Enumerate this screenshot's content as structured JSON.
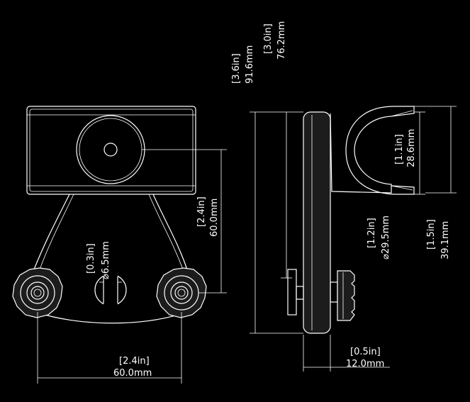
{
  "dimensions": {
    "overall_height": {
      "imperial": "[3.6in]",
      "metric": "91.6mm"
    },
    "clamp_height": {
      "imperial": "[3.0in]",
      "metric": "76.2mm"
    },
    "clamp_opening": {
      "imperial": "[1.1in]",
      "metric": "28.6mm"
    },
    "clamp_depth": {
      "imperial": "[1.5in]",
      "metric": "39.1mm"
    },
    "knob_diameter": {
      "imperial": "[1.2in]",
      "metric": "⌀29.5mm"
    },
    "thickness": {
      "imperial": "[0.5in]",
      "metric": "12.0mm"
    },
    "bolt_spacing_vertical": {
      "imperial": "[2.4in]",
      "metric": "60.0mm"
    },
    "hole_diameter": {
      "imperial": "[0.3in]",
      "metric": "⌀6.5mm"
    },
    "bolt_spacing_horizontal": {
      "imperial": "[2.4in]",
      "metric": "60.0mm"
    }
  },
  "colors": {
    "background": "#000000",
    "line": "#ffffff"
  }
}
